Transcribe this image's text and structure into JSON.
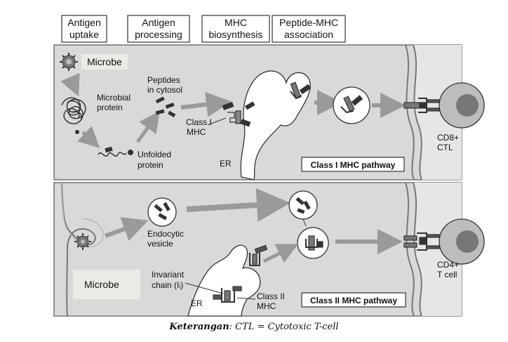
{
  "headers": [
    [
      "Antigen",
      "uptake"
    ],
    [
      "Antigen",
      "processing"
    ],
    [
      "MHC",
      "biosynthesis"
    ],
    [
      "Peptide-MHC",
      "association"
    ]
  ],
  "class1": {
    "microbe": "Microbe",
    "microbial_protein": [
      "Microbial",
      "protein"
    ],
    "peptides": [
      "Peptides",
      "in cytosol"
    ],
    "unfolded_protein": [
      "Unfolded",
      "protein"
    ],
    "class_mhc": [
      "Class I",
      "MHC"
    ],
    "er": "ER",
    "cd8": [
      "CD8+",
      "CTL"
    ],
    "pathway": "Class I MHC pathway"
  },
  "class2": {
    "endocytic": [
      "Endocytic",
      "vesicle"
    ],
    "microbe": "Microbe",
    "invariant": [
      "Invariant",
      "chain (Iᵢ)"
    ],
    "class_mhc": [
      "Class II",
      "MHC"
    ],
    "er": "ER",
    "cd4": [
      "CD4+",
      "T cell"
    ],
    "pathway": "Class II MHC pathway"
  },
  "caption": {
    "bold": "Keterangan",
    "rest": ": CTL = Cytotoxic T-cell"
  }
}
